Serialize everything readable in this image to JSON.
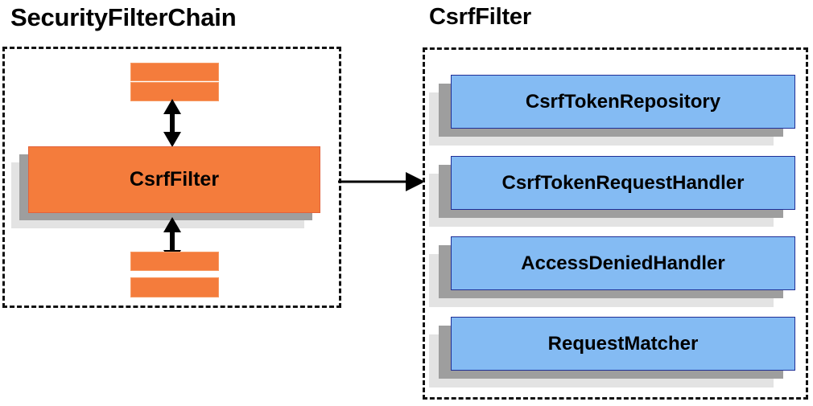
{
  "diagram": {
    "type": "component-relationship-diagram",
    "background": "#ffffff",
    "colors": {
      "orange_fill": "#F47C3C",
      "orange_border": "#E2623B",
      "blue_fill": "#84BBF3",
      "blue_border": "#1F2F96",
      "shadow_near": "#9E9E9E",
      "shadow_far": "#E3E3E3",
      "dashed_border": "#111111",
      "text": "#000000"
    }
  },
  "left_panel": {
    "title": "SecurityFilterChain",
    "bars_top": [
      "",
      ""
    ],
    "bars_bottom": [
      "",
      ""
    ],
    "main_component": {
      "label": "CsrfFilter"
    },
    "arrows": [
      {
        "name": "arrow-up",
        "direction": "bidirectional-vertical"
      },
      {
        "name": "arrow-down",
        "direction": "bidirectional-vertical"
      }
    ]
  },
  "connector": {
    "name": "arrow-right",
    "direction": "left-to-right",
    "from": "CsrfFilter",
    "to": "CsrfFilter detail panel"
  },
  "right_panel": {
    "title": "CsrfFilter",
    "components": [
      {
        "label": "CsrfTokenRepository"
      },
      {
        "label": "CsrfTokenRequestHandler"
      },
      {
        "label": "AccessDeniedHandler"
      },
      {
        "label": "RequestMatcher"
      }
    ]
  }
}
